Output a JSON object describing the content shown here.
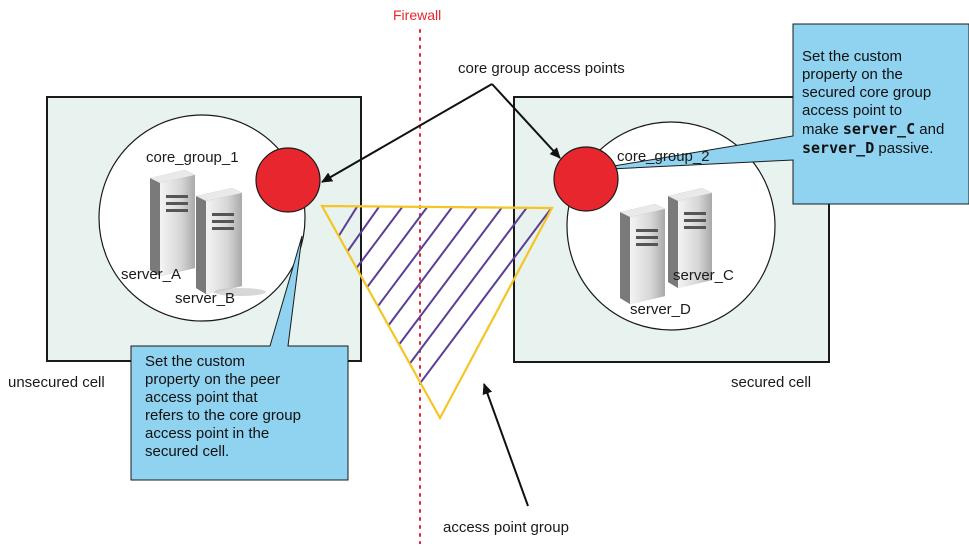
{
  "firewall": {
    "label": "Firewall",
    "color": "#e8262d"
  },
  "cells": {
    "unsecured": {
      "label": "unsecured cell"
    },
    "secured": {
      "label": "secured cell"
    }
  },
  "core_groups": {
    "left": {
      "name": "core_group_1",
      "servers": [
        "server_A",
        "server_B"
      ]
    },
    "right": {
      "name": "core_group_2",
      "servers": [
        "server_C",
        "server_D"
      ]
    }
  },
  "labels": {
    "core_group_access_points": "core group access points",
    "access_point_group": "access point group"
  },
  "callouts": {
    "left": {
      "lines": [
        "Set the custom",
        "property on the peer",
        "access point that",
        "refers to the core group",
        "access point in the",
        "secured cell."
      ]
    },
    "right": {
      "lines": [
        "Set the custom",
        "property on the",
        "secured core group",
        "access point to"
      ],
      "line5_prefix": "make ",
      "line5_bold": "server_C",
      "line5_suffix": " and",
      "line6_bold": "server_D",
      "line6_suffix": " passive."
    }
  },
  "colors": {
    "cell_fill": "#e8f2ef",
    "callout_fill": "#8fd3f0",
    "access_point": "#e8262d",
    "triangle_stroke": "#f5c524",
    "hatch": "#5b3f94"
  }
}
